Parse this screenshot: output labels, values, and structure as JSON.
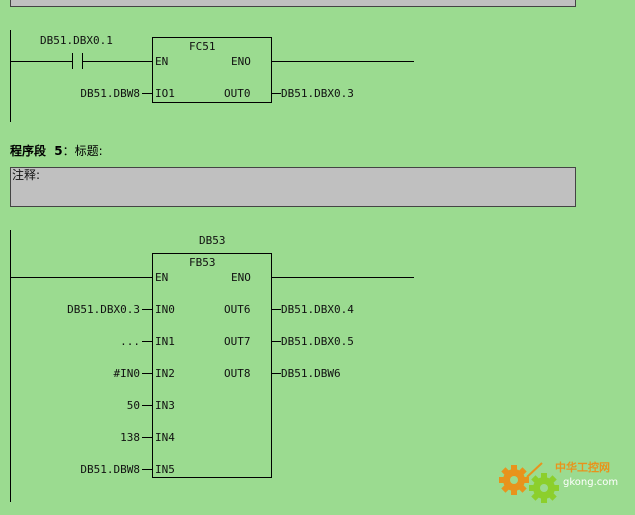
{
  "network4": {
    "contact_label": "DB51.DBX0.1",
    "block": {
      "name": "FC51",
      "en": "EN",
      "eno": "ENO",
      "input": "IO1",
      "output": "OUT0"
    },
    "input_operand": "DB51.DBW8",
    "output_operand": "DB51.DBX0.3"
  },
  "network5": {
    "title_prefix": "程序段",
    "number": "5",
    "title_suffix": "：标题:",
    "comment_label": "注释:",
    "instance_db": "DB53",
    "block": {
      "name": "FB53",
      "en": "EN",
      "eno": "ENO",
      "inputs": [
        "IN0",
        "IN1",
        "IN2",
        "IN3",
        "IN4",
        "IN5"
      ],
      "outputs": [
        "OUT6",
        "OUT7",
        "OUT8"
      ]
    },
    "input_operands": [
      "DB51.DBX0.3",
      "...",
      "#IN0",
      "50",
      "138",
      "DB51.DBW8"
    ],
    "output_operands": [
      "DB51.DBX0.4",
      "DB51.DBX0.5",
      "DB51.DBW6"
    ]
  },
  "watermark": {
    "site_name": "中华工控网",
    "domain": "gkong.com",
    "colors": {
      "orange": "#e8931c",
      "green": "#8ccf2c"
    }
  }
}
